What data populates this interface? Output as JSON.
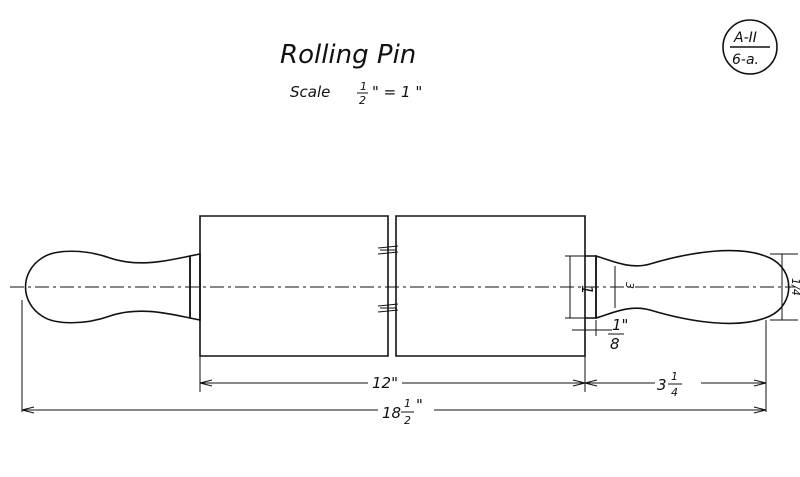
{
  "title": "Rolling Pin",
  "scale": {
    "label": "Scale",
    "num": "1",
    "den": "2",
    "rest": "\" = 1 \""
  },
  "badge": {
    "top": "A-II",
    "bottom": "6-a."
  },
  "dimensions": {
    "barrel_length": "12\"",
    "handle_length_whole": "3",
    "handle_length_num": "1",
    "handle_length_den": "4",
    "overall_whole": "18",
    "overall_num": "1",
    "overall_den": "2",
    "overall_unit": "\"",
    "collar_width": "1\"",
    "collar_width_den": "8",
    "barrel_diameter": "1",
    "neck_diameter_num": "3",
    "neck_diameter_den": "4",
    "handle_diameter": "1/4"
  }
}
